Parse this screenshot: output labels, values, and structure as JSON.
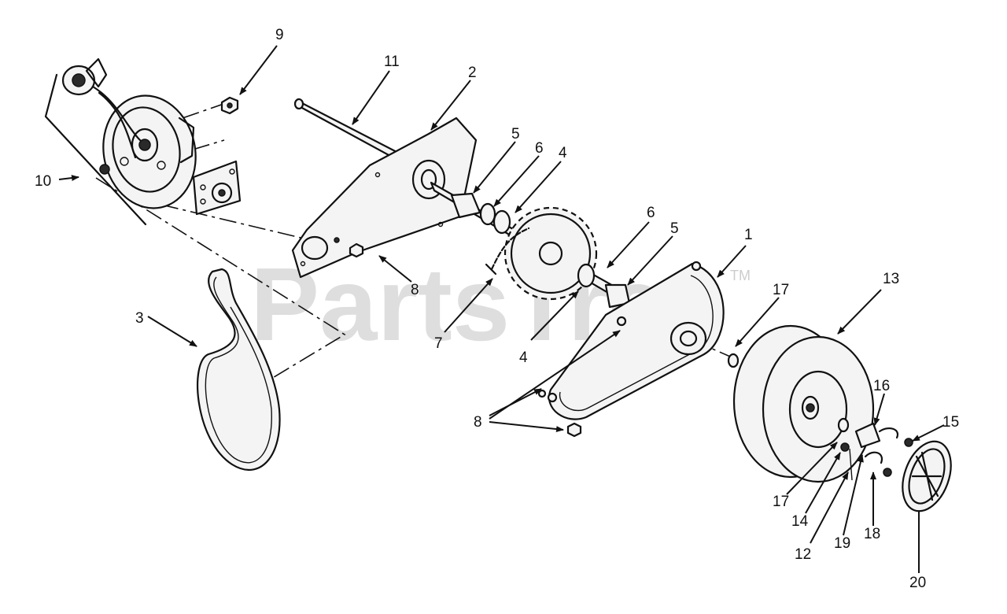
{
  "watermark": {
    "text": "PartsTree",
    "trademark": "TM"
  },
  "callouts": {
    "c1": "1",
    "c2": "2",
    "c3": "3",
    "c4a": "4",
    "c4b": "4",
    "c5a": "5",
    "c5b": "5",
    "c6a": "6",
    "c6b": "6",
    "c7": "7",
    "c8a": "8",
    "c8b": "8",
    "c9": "9",
    "c10": "10",
    "c11": "11",
    "c12": "12",
    "c13": "13",
    "c14": "14",
    "c15": "15",
    "c16": "16",
    "c17a": "17",
    "c17b": "17",
    "c18": "18",
    "c19": "19",
    "c20": "20"
  }
}
